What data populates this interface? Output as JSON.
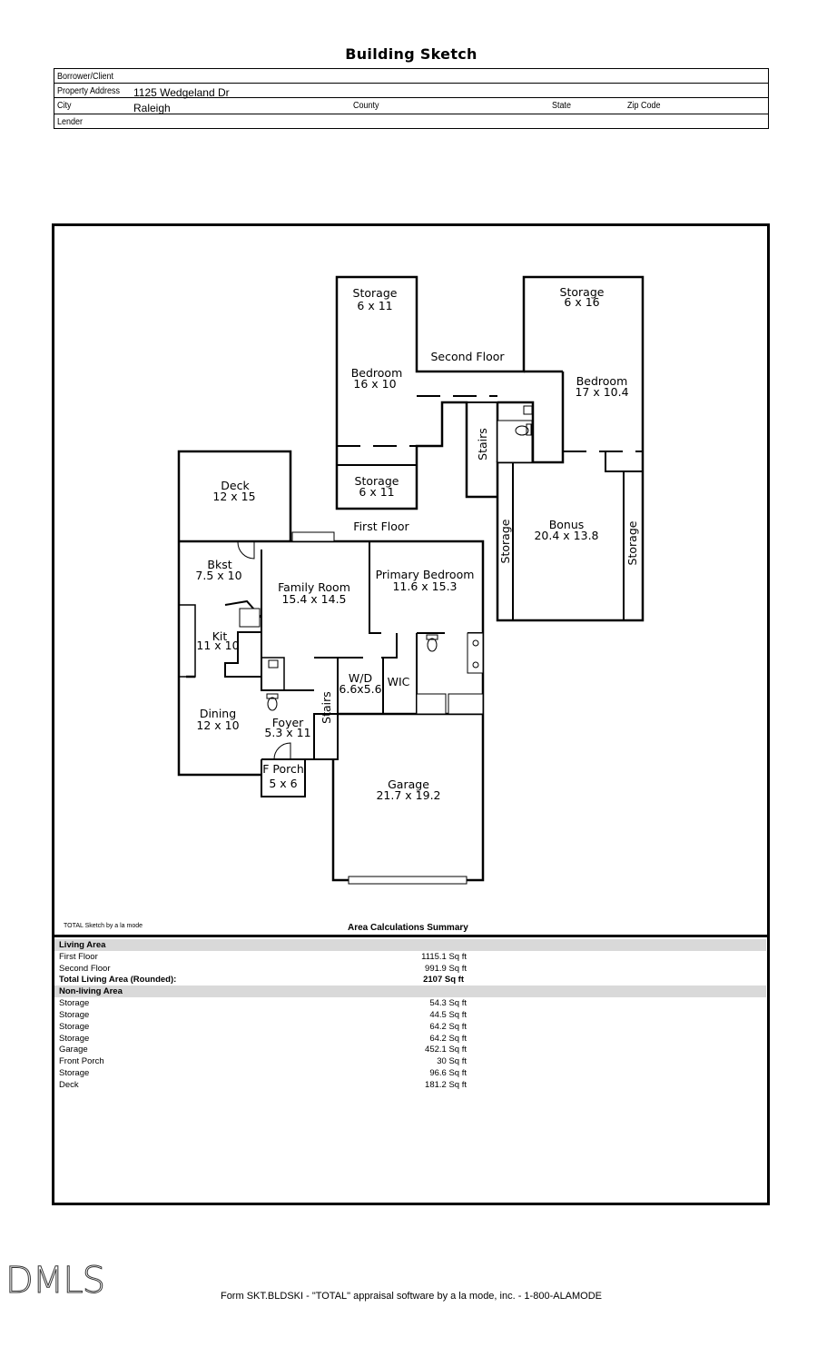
{
  "title": "Building Sketch",
  "header": {
    "borrower_label": "Borrower/Client",
    "property_label": "Property Address",
    "property_value": "1125 Wedgeland Dr",
    "city_label": "City",
    "city_value": "Raleigh",
    "county_label": "County",
    "state_label": "State",
    "zip_label": "Zip Code",
    "lender_label": "Lender"
  },
  "floorplan": {
    "storage_tl": {
      "name": "Storage",
      "dims": "6 x 11"
    },
    "storage_tr": {
      "name": "Storage",
      "dims": "6 x 16"
    },
    "second_floor": "Second Floor",
    "bedroom_left": {
      "name": "Bedroom",
      "dims": "16 x 10"
    },
    "bedroom_right": {
      "name": "Bedroom",
      "dims": "17 x 10.4"
    },
    "stairs_upper": "Stairs",
    "storage_mid": {
      "name": "Storage",
      "dims": "6 x 11"
    },
    "bonus": {
      "name": "Bonus",
      "dims": "20.4 x 13.8"
    },
    "storage_bonus_left": "Storage",
    "storage_bonus_right": "Storage",
    "deck": {
      "name": "Deck",
      "dims": "12 x 15"
    },
    "first_floor": "First Floor",
    "bkst": {
      "name": "Bkst",
      "dims": "7.5 x 10"
    },
    "family_room": {
      "name": "Family Room",
      "dims": "15.4 x 14.5"
    },
    "primary_bedroom": {
      "name": "Primary Bedroom",
      "dims": "11.6 x 15.3"
    },
    "kit": {
      "name": "Kit",
      "dims": "11 x 10"
    },
    "wd": {
      "name": "W/D",
      "dims": "6.6x5.6"
    },
    "wic": "WIC",
    "stairs_lower": "Stairs",
    "dining": {
      "name": "Dining",
      "dims": "12 x 10"
    },
    "foyer": {
      "name": "Foyer",
      "dims": "5.3 x 11"
    },
    "fporch": {
      "name": "F Porch",
      "dims": "5 x 6"
    },
    "garage": {
      "name": "Garage",
      "dims": "21.7 x 19.2"
    }
  },
  "summary": {
    "caption": "TOTAL Sketch by a la mode",
    "title": "Area Calculations Summary",
    "living_header": "Living Area",
    "living": [
      {
        "label": "First Floor",
        "value": "1115.1 Sq ft"
      },
      {
        "label": "Second Floor",
        "value": "991.9 Sq ft"
      }
    ],
    "total_label": "Total Living Area (Rounded):",
    "total_value": "2107 Sq ft",
    "nonliving_header": "Non-living Area",
    "nonliving": [
      {
        "label": "Storage",
        "value": "54.3 Sq ft"
      },
      {
        "label": "Storage",
        "value": "44.5 Sq ft"
      },
      {
        "label": "Storage",
        "value": "64.2 Sq ft"
      },
      {
        "label": "Storage",
        "value": "64.2 Sq ft"
      },
      {
        "label": "Garage",
        "value": "452.1 Sq ft"
      },
      {
        "label": "Front Porch",
        "value": "30 Sq ft"
      },
      {
        "label": "Storage",
        "value": "96.6 Sq ft"
      },
      {
        "label": "Deck",
        "value": "181.2 Sq ft"
      }
    ]
  },
  "watermark": "DMLS",
  "footer": "Form SKT.BLDSKI - \"TOTAL\" appraisal software by a la mode, inc. - 1-800-ALAMODE"
}
